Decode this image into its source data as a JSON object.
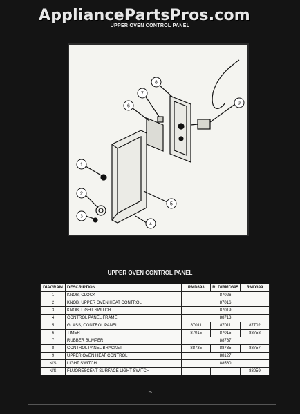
{
  "watermark": "AppliancePartsPros.com",
  "header": {
    "diagram_title": "UPPER OVEN CONTROL PANEL"
  },
  "diagram": {
    "callouts": [
      "1",
      "2",
      "3",
      "4",
      "5",
      "6",
      "7",
      "8",
      "9"
    ]
  },
  "table": {
    "title": "UPPER OVEN CONTROL PANEL",
    "columns": [
      "DIAGRAM",
      "DESCRIPTION",
      "RMD393",
      "RLD/RMD395",
      "RMD399"
    ],
    "rows": [
      {
        "num": "1",
        "desc": "KNOB, CLOCK",
        "shared": "87026"
      },
      {
        "num": "2",
        "desc": "KNOB, UPPER OVEN HEAT CONTROL",
        "shared": "87016"
      },
      {
        "num": "3",
        "desc": "KNOB, LIGHT SWITCH",
        "shared": "87019"
      },
      {
        "num": "4",
        "desc": "CONTROL PANEL FRAME",
        "shared": "88713"
      },
      {
        "num": "5",
        "desc": "GLASS, CONTROL PANEL",
        "a": "87011",
        "b": "87011",
        "c": "87702"
      },
      {
        "num": "6",
        "desc": "TIMER",
        "a": "87015",
        "b": "87015",
        "c": "88758"
      },
      {
        "num": "7",
        "desc": "RUBBER BUMPER",
        "shared": "88767"
      },
      {
        "num": "8",
        "desc": "CONTROL PANEL BRACKET",
        "a": "88735",
        "b": "88735",
        "c": "88757"
      },
      {
        "num": "9",
        "desc": "UPPER OVEN HEAT CONTROL",
        "shared": "88127"
      },
      {
        "num": "N/S",
        "desc": "LIGHT SWITCH",
        "shared": "88560"
      },
      {
        "num": "N/S",
        "desc": "FLUORESCENT SURFACE LIGHT SWITCH",
        "a": "—",
        "b": "—",
        "c": "88059"
      }
    ]
  },
  "footer": {
    "page_number": "25"
  }
}
